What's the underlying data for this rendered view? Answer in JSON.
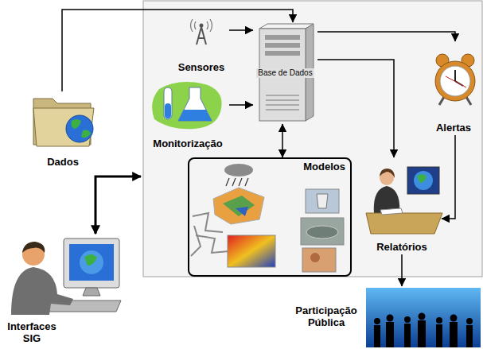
{
  "diagram": {
    "nodes": [
      {
        "text": [
          "Sensores"
        ]
      },
      {
        "text": [
          "Base de Dados"
        ]
      },
      {
        "text": [
          "Monitorização"
        ]
      },
      {
        "text": [
          "Alertas"
        ]
      },
      {
        "text": [
          "Dados"
        ]
      },
      {
        "text": [
          "Modelos"
        ]
      },
      {
        "text": [
          "Relatórios"
        ]
      },
      {
        "text": [
          "Interfaces SIG"
        ]
      },
      {
        "text": [
          "Participação Pública"
        ]
      }
    ],
    "edges": [
      {
        "from": 4,
        "to": 1,
        "arrow": "to"
      },
      {
        "from": 0,
        "to": 1,
        "arrow": "to"
      },
      {
        "from": 2,
        "to": 1,
        "arrow": "to"
      },
      {
        "from": 1,
        "to": 3,
        "arrow": "to"
      },
      {
        "from": 1,
        "to": 5,
        "arrow": "both"
      },
      {
        "from": 1,
        "to": 6,
        "arrow": "to"
      },
      {
        "from": 3,
        "to": 6,
        "arrow": "to"
      },
      {
        "from": 6,
        "to": 8,
        "arrow": "to"
      }
    ]
  }
}
